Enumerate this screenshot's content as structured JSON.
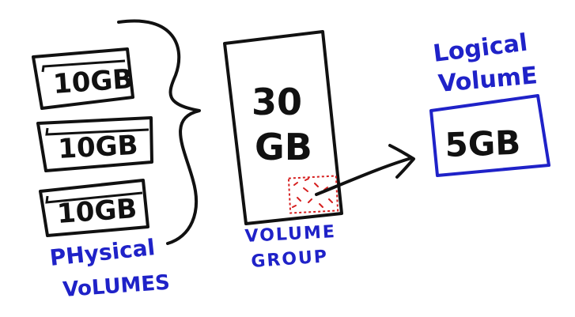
{
  "diagram": {
    "physical_volumes": [
      {
        "label": "10GB"
      },
      {
        "label": "10GB"
      },
      {
        "label": "10GB"
      }
    ],
    "physical_volumes_caption": [
      "PHysical",
      "VoLUMES"
    ],
    "volume_group": {
      "label_line1": "30",
      "label_line2": "GB"
    },
    "volume_group_caption": [
      "VOLUME",
      "GROUP"
    ],
    "logical_volume": {
      "label": "5GB"
    },
    "logical_volume_caption": [
      "Logical",
      "VolumE"
    ],
    "colors": {
      "ink": "#111111",
      "caption_blue": "#1f22c8",
      "extent_red": "#d62020"
    }
  }
}
